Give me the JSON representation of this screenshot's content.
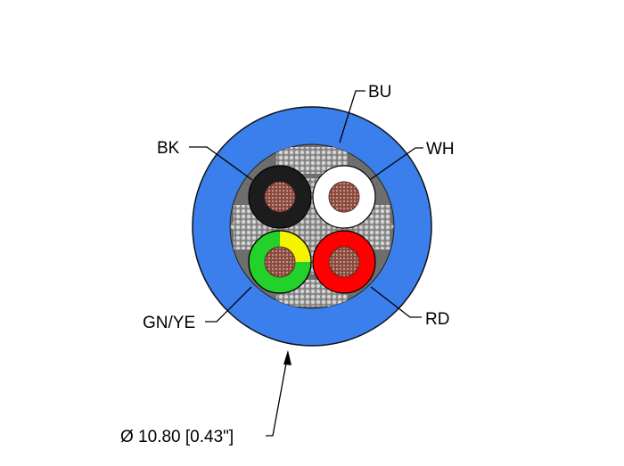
{
  "labels": {
    "bu": "BU",
    "bk": "BK",
    "wh": "WH",
    "gnye": "GN/YE",
    "rd": "RD",
    "diameter": "Ø 10.80 [0.43\"]"
  },
  "colors": {
    "jacket": "#3b7fec",
    "jacket_edge": "#111111",
    "core_filler": "#7a7a7a",
    "conductor": "#8a4a3e",
    "bk": "#1c1c1c",
    "wh": "#ffffff",
    "gn": "#22d12a",
    "ye": "#f4f400",
    "rd": "#ff0000"
  }
}
